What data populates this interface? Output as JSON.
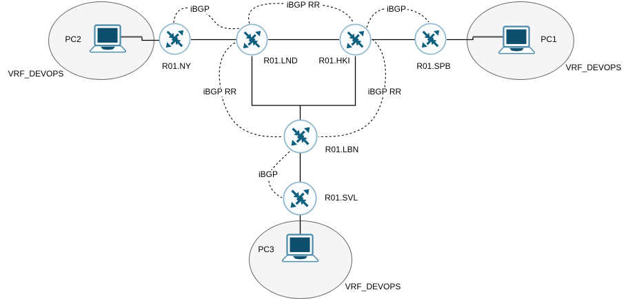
{
  "diagram": {
    "colors": {
      "icon_primary": "#0e5f7d",
      "router_ring": "#8fb6ca",
      "router_fill": "#fbfcfd",
      "vrf_fill": "#f5f5f5",
      "vrf_stroke": "#666666",
      "link": "#000000",
      "cable": "#666666"
    },
    "routers": [
      {
        "label": "R01.NY"
      },
      {
        "label": "R01.LND"
      },
      {
        "label": "R01.HKI"
      },
      {
        "label": "R01.SPB"
      },
      {
        "label": "R01.LBN"
      },
      {
        "label": "R01.SVL"
      }
    ],
    "pcs": [
      {
        "label": "PC2",
        "vrf": "VRF_DEVOPS"
      },
      {
        "label": "PC1",
        "vrf": "VRF_DEVOPS"
      },
      {
        "label": "PC3",
        "vrf": "VRF_DEVOPS"
      }
    ],
    "links": [
      {
        "from": "PC2",
        "to": "R01.NY"
      },
      {
        "from": "R01.NY",
        "to": "R01.LND"
      },
      {
        "from": "R01.LND",
        "to": "R01.HKI"
      },
      {
        "from": "R01.HKI",
        "to": "R01.SPB"
      },
      {
        "from": "R01.SPB",
        "to": "PC1"
      },
      {
        "from": "R01.LND",
        "to": "R01.LBN"
      },
      {
        "from": "R01.HKI",
        "to": "R01.LBN"
      },
      {
        "from": "R01.LBN",
        "to": "R01.SVL"
      },
      {
        "from": "R01.SVL",
        "to": "PC3"
      }
    ],
    "bgp_sessions": [
      {
        "label": "iBGP",
        "from": "R01.NY",
        "to": "R01.LND"
      },
      {
        "label": "iBGP RR",
        "from": "R01.LND",
        "to": "R01.HKI"
      },
      {
        "label": "iBGP",
        "from": "R01.HKI",
        "to": "R01.SPB"
      },
      {
        "label": "iBGP RR",
        "from": "R01.LND",
        "to": "R01.LBN"
      },
      {
        "label": "iBGP RR",
        "from": "R01.HKI",
        "to": "R01.LBN"
      },
      {
        "label": "iBGP",
        "from": "R01.LBN",
        "to": "R01.SVL"
      }
    ]
  }
}
